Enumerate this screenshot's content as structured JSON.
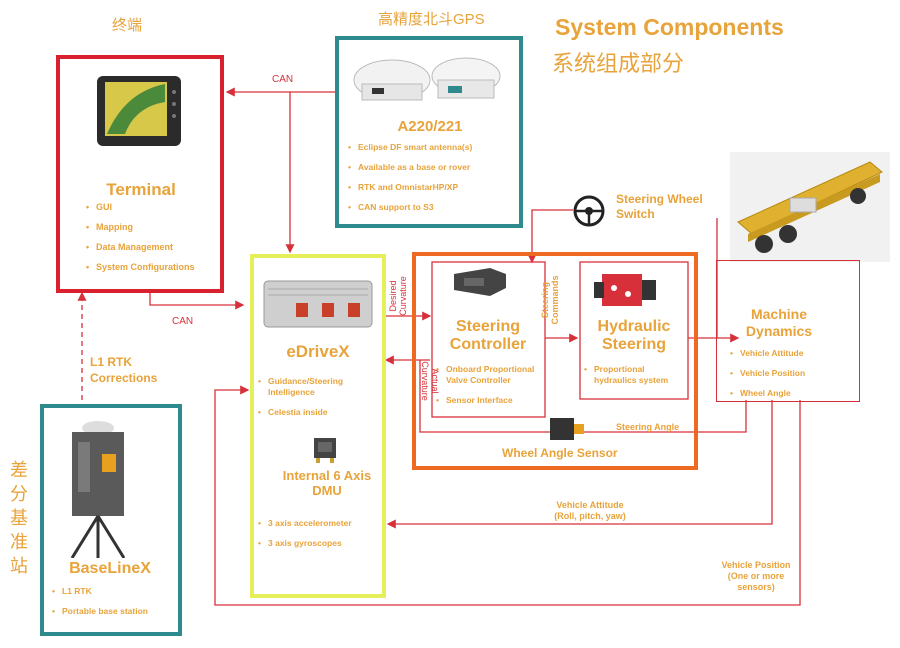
{
  "header": {
    "title_en": "System Components",
    "title_cn": "系统组成部分"
  },
  "terminal": {
    "cn_label": "终端",
    "title": "Terminal",
    "bullets": [
      "GUI",
      "Mapping",
      "Data Management",
      "System Configurations"
    ]
  },
  "gps": {
    "cn_label": "高精度北斗GPS",
    "title": "A220/221",
    "bullets": [
      "Eclipse DF smart antenna(s)",
      "Available as a base or rover",
      "RTK and OmnistarHP/XP",
      "CAN support to S3"
    ]
  },
  "edrivex": {
    "title": "eDriveX",
    "bullets": [
      "Guidance/Steering Intelligence",
      "Celestia inside"
    ],
    "dmu_title": "Internal 6 Axis DMU",
    "dmu_bullets": [
      "3 axis accelerometer",
      "3 axis gyroscopes"
    ]
  },
  "steering_controller": {
    "title": "Steering Controller",
    "bullets": [
      "Onboard Proportional Valve Controller",
      "Sensor Interface"
    ]
  },
  "hydraulic_steering": {
    "title": "Hydraulic Steering",
    "bullets": [
      "Proportional hydraulics system"
    ]
  },
  "wheel_angle_sensor": {
    "title": "Wheel Angle Sensor"
  },
  "steering_wheel_switch": {
    "title": "Steering Wheel Switch"
  },
  "machine_dynamics": {
    "title": "Machine Dynamics",
    "bullets": [
      "Vehicle Attitude",
      "Vehicle Position",
      "Wheel Angle"
    ]
  },
  "baseline": {
    "cn_label": "差分基准站",
    "title": "BaseLineX",
    "bullets": [
      "L1 RTK",
      "Portable base station"
    ]
  },
  "connections": {
    "can_top": "CAN",
    "can_bottom": "CAN",
    "l1_rtk": "L1 RTK Corrections",
    "desired_curvature": "Desired Curvature",
    "actual_curvature": "Actual Curvature",
    "steering_commands": "Steering Commands",
    "steering_angle": "Steering Angle",
    "vehicle_attitude": "Vehicle Attitude",
    "vehicle_attitude_sub": "(Roll, pitch, yaw)",
    "vehicle_position": "Vehicle Position",
    "vehicle_position_sub": "(One or more sensors)"
  },
  "colors": {
    "terminal_border": "#D8202E",
    "gps_border": "#2E8A8C",
    "edrivex_border": "#E6EE5A",
    "steering_group_border": "#EE6A22",
    "baseline_border": "#2E8A8C",
    "wire": "#D8303A",
    "text_accent": "#E8A33A"
  }
}
